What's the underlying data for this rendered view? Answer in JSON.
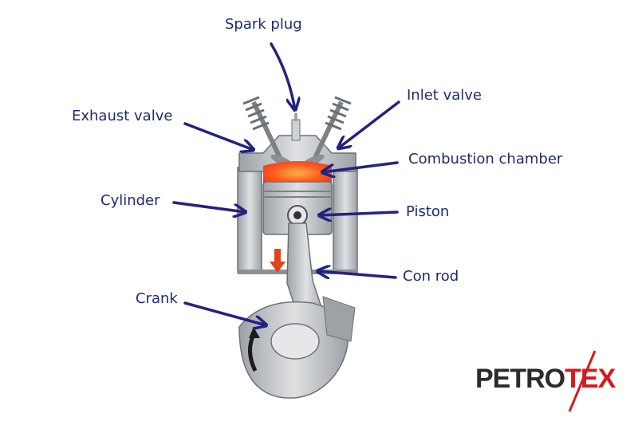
{
  "labels": {
    "spark_plug": "Spark plug",
    "exhaust_valve": "Exhaust valve",
    "inlet_valve": "Inlet valve",
    "combustion_chamber": "Combustion chamber",
    "cylinder": "Cylinder",
    "piston": "Piston",
    "con_rod": "Con rod",
    "crank": "Crank"
  },
  "logo": {
    "text": "PETROTEX",
    "dark_part": "PETRO",
    "accent_part": "TEX",
    "dark_color": "#2b2b2b",
    "accent_color": "#d71920"
  },
  "colors": {
    "arrow": "#23237e",
    "label": "#1f2a6e",
    "metal": "#b9bcc0",
    "metal_dark": "#8c9096",
    "combustion": "#ff5a1f",
    "down_arrow": "#e0421b"
  }
}
